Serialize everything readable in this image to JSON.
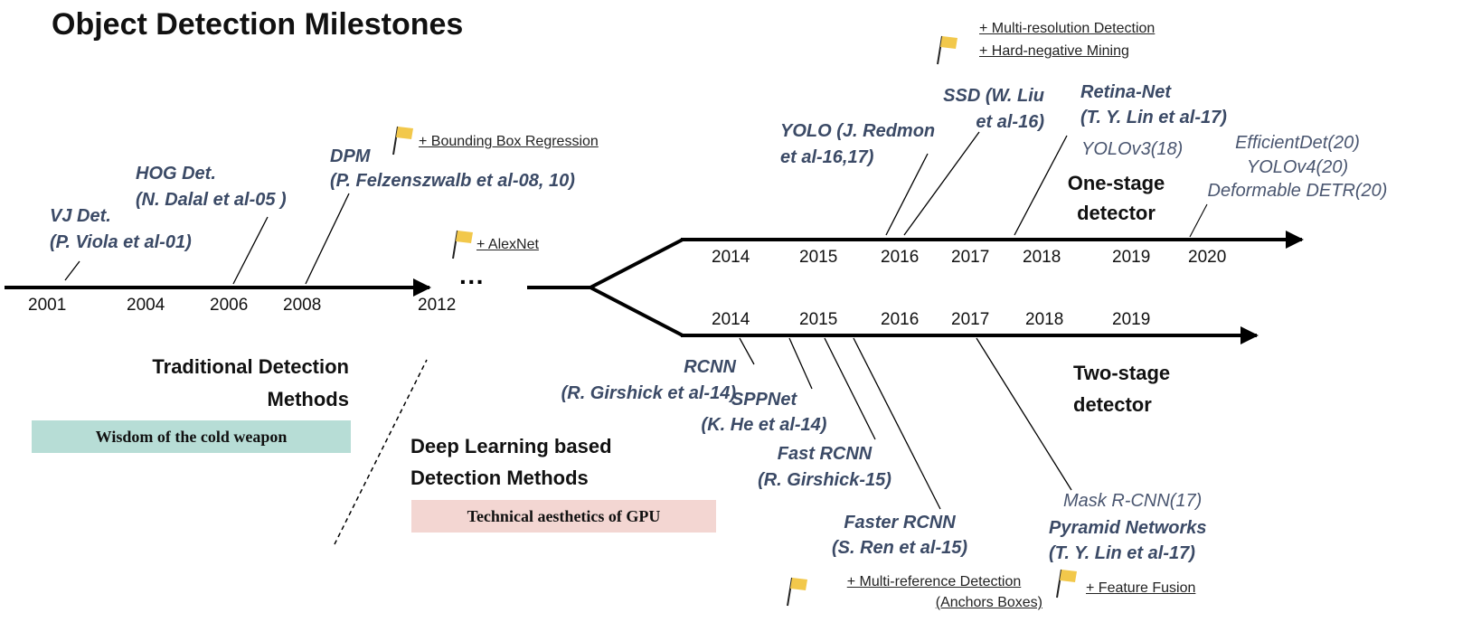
{
  "title": "Object Detection Milestones",
  "colors": {
    "method_text": "#3b4a66",
    "banner_green": "#b7ddd6",
    "banner_red": "#f3d6d2",
    "flag": "#f2c84b"
  },
  "traditional": {
    "years": [
      "2001",
      "2004",
      "2006",
      "2008",
      "2012"
    ],
    "ellipsis": "···",
    "vj": {
      "name": "VJ Det.",
      "author": "(P. Viola et al-01)"
    },
    "hog": {
      "name": "HOG Det.",
      "author": "(N. Dalal et al-05 )"
    },
    "dpm": {
      "name": "DPM",
      "author": "(P. Felzenszwalb et al-08, 10)"
    },
    "bbox_note": "+ Bounding Box Regression",
    "alexnet_note": "+ AlexNet",
    "section_title": [
      "Traditional Detection",
      "Methods"
    ],
    "banner": "Wisdom of the cold weapon"
  },
  "deep": {
    "section_title": [
      "Deep Learning based",
      "Detection Methods"
    ],
    "banner": "Technical aesthetics of GPU"
  },
  "one_stage": {
    "years": [
      "2014",
      "2015",
      "2016",
      "2017",
      "2018",
      "2019",
      "2020"
    ],
    "label": [
      "One-stage",
      "detector"
    ],
    "yolo": [
      "YOLO (J. Redmon",
      "et al-16,17)"
    ],
    "ssd": [
      "SSD (W. Liu",
      "et al-16)"
    ],
    "retina": [
      "Retina-Net",
      "(T. Y. Lin et al-17)"
    ],
    "yolov3": "YOLOv3(18)",
    "recent": [
      "EfficientDet(20)",
      "YOLOv4(20)",
      "Deformable DETR(20)"
    ],
    "notes": [
      "+ Multi-resolution Detection",
      "+ Hard-negative Mining"
    ]
  },
  "two_stage": {
    "years": [
      "2014",
      "2015",
      "2016",
      "2017",
      "2018",
      "2019"
    ],
    "label": [
      "Two-stage",
      "detector"
    ],
    "rcnn": [
      "RCNN",
      "(R. Girshick et al-14)"
    ],
    "sppnet": [
      "SPPNet",
      "(K. He et al-14)"
    ],
    "fast": [
      "Fast RCNN",
      "(R. Girshick-15)"
    ],
    "faster": [
      "Faster RCNN",
      "(S. Ren et al-15)"
    ],
    "mask": "Mask R-CNN(17)",
    "fpn": [
      "Pyramid Networks",
      "(T. Y. Lin et al-17)"
    ],
    "notes_anchor": [
      "+ Multi-reference Detection",
      "(Anchors Boxes)"
    ],
    "note_fusion": "+ Feature Fusion"
  }
}
